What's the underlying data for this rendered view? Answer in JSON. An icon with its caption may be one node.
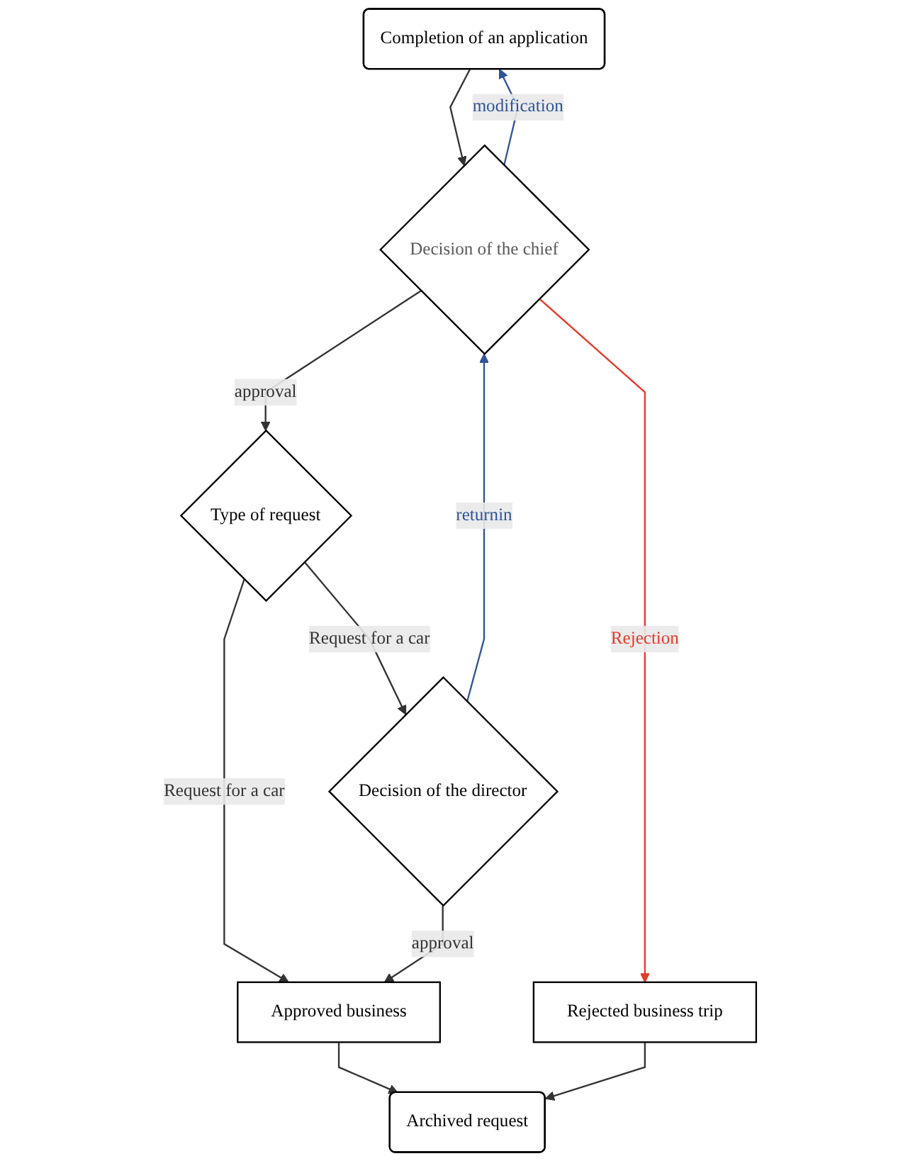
{
  "diagram": {
    "nodes": [
      {
        "text": [
          "Completion of an application"
        ]
      },
      {
        "text": [
          "Decision of the chief"
        ]
      },
      {
        "text": [
          "Type of request"
        ]
      },
      {
        "text": [
          "Decision of the director"
        ]
      },
      {
        "text": [
          "Approved business"
        ]
      },
      {
        "text": [
          "Rejected business trip"
        ]
      },
      {
        "text": [
          "Archived request"
        ]
      }
    ],
    "edges": [
      {
        "from": 0,
        "to": 1,
        "arrow": "to"
      },
      {
        "from": 1,
        "to": 0,
        "arrow": "to",
        "label": "modification",
        "color": "#2f5597"
      },
      {
        "from": 1,
        "to": 2,
        "arrow": "to",
        "label": "approval"
      },
      {
        "from": 2,
        "to": 4,
        "arrow": "to",
        "label": "Request for a car"
      },
      {
        "from": 2,
        "to": 3,
        "arrow": "to",
        "label": "Request for a car"
      },
      {
        "from": 3,
        "to": 1,
        "arrow": "to",
        "label": "returnin",
        "color": "#2f5597"
      },
      {
        "from": 3,
        "to": 4,
        "arrow": "to",
        "label": "approval"
      },
      {
        "from": 1,
        "to": 5,
        "arrow": "to",
        "label": "Rejection",
        "color": "#e8392b"
      },
      {
        "from": 4,
        "to": 6,
        "arrow": "to"
      },
      {
        "from": 5,
        "to": 6,
        "arrow": "to"
      }
    ]
  }
}
